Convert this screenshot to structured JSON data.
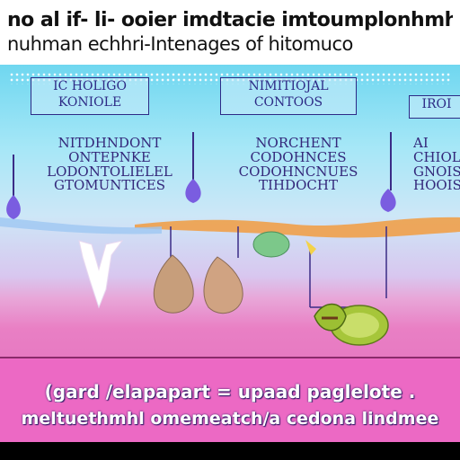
{
  "header": {
    "line1": "no al if- li- ooier imdtacie imtoumplonhmhi Syram",
    "line2": "nuhman echhri-Intenages of hitomuco"
  },
  "panels": [
    {
      "box_text": [
        "IC HOLIGO",
        "KONIOLE"
      ],
      "label": [
        "NITDHNDONT",
        "ONTEPNKE",
        "LODONTOLIELEL",
        "GTOMUNTICES"
      ]
    },
    {
      "box_text": [
        "NIMITIOJAL",
        "CONTOOS"
      ],
      "label": [
        "NORCHENT",
        "CODOHNCES",
        "CODOHNCNUES",
        "TIHDOCHT"
      ]
    },
    {
      "box_text": [
        "IROI"
      ],
      "label": [
        "AI",
        "CHIOL",
        "GNOIS",
        "HOOIS"
      ]
    }
  ],
  "caption": {
    "line1": "(gard /elapapart = upaad paglelote .",
    "line2": "meltuethmhl omemeatch/a cedona lindmee"
  },
  "colors": {
    "sky_top": "#6fd7f0",
    "pink": "#ec69c4",
    "ink": "#2d2a86",
    "fruit_green": "#a6c63a",
    "seed_tan": "#c79e7b"
  }
}
